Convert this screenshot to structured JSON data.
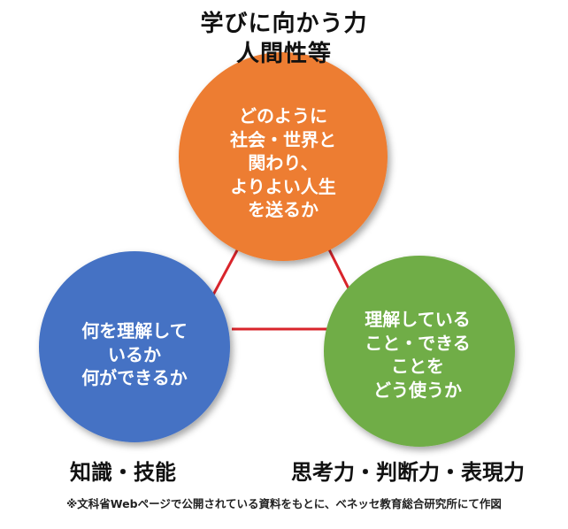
{
  "colors": {
    "top_circle": "#ED7D31",
    "left_circle": "#4472C4",
    "right_circle": "#70AD47",
    "connector": "#D9242B",
    "text_on_circle": "#FFFFFF"
  },
  "heading": {
    "line1": "学びに向かう力",
    "line2": "人間性等"
  },
  "circles": {
    "top": {
      "lines": [
        "どのように",
        "社会・世界と",
        "関わり、",
        "よりよい人生",
        "を送るか"
      ]
    },
    "left": {
      "lines": [
        "何を理解して",
        "いるか",
        "何ができるか"
      ]
    },
    "right": {
      "lines": [
        "理解している",
        "こと・できる",
        "ことを",
        "どう使うか"
      ]
    }
  },
  "labels": {
    "bottom_left": "知識・技能",
    "bottom_right": "思考力・判断力・表現力"
  },
  "footnote": "※文科省Webページで公開されている資料をもとに、ベネッセ教育総合研究所にて作図"
}
